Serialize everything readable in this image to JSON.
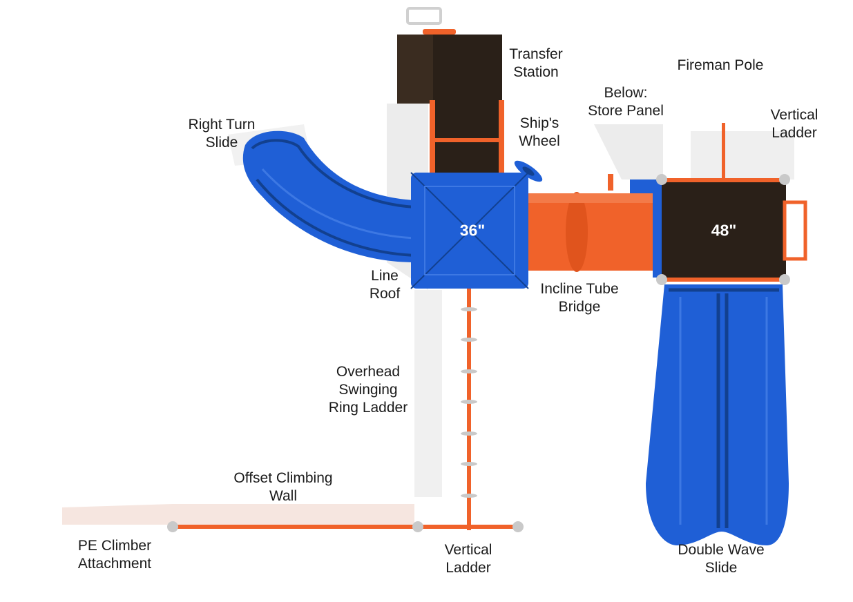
{
  "colors": {
    "blue": "#1f5fd6",
    "blue_dark": "#12408f",
    "orange": "#f0622a",
    "orange_dark": "#c94a18",
    "deck": "#2a2018",
    "silver": "#c9c9c9",
    "shadow": "#e9e9e9"
  },
  "labels": {
    "transfer_station": [
      "Transfer",
      "Station"
    ],
    "fireman_pole": [
      "Fireman Pole"
    ],
    "below_store_panel": [
      "Below:",
      "Store Panel"
    ],
    "vertical_ladder_right": [
      "Vertical",
      "Ladder"
    ],
    "right_turn_slide": [
      "Right Turn",
      "Slide"
    ],
    "ships_wheel": [
      "Ship's",
      "Wheel"
    ],
    "line_roof": [
      "Line",
      "Roof"
    ],
    "incline_tube_bridge": [
      "Incline Tube",
      "Bridge"
    ],
    "overhead_ring_ladder": [
      "Overhead",
      "Swinging",
      "Ring Ladder"
    ],
    "offset_climbing_wall": [
      "Offset Climbing",
      "Wall"
    ],
    "pe_climber": [
      "PE Climber",
      "Attachment"
    ],
    "vertical_ladder_bottom": [
      "Vertical",
      "Ladder"
    ],
    "double_wave_slide": [
      "Double Wave",
      "Slide"
    ]
  },
  "deck_sizes": {
    "left_deck": "36\"",
    "right_deck": "48\""
  }
}
